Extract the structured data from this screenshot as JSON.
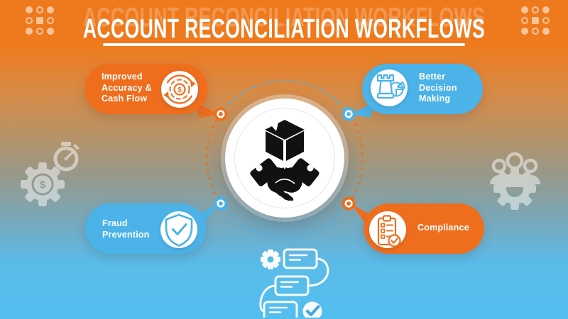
{
  "title": {
    "text": "ACCOUNT RECONCILIATION WORKFLOWS"
  },
  "bubbles": {
    "accuracy": {
      "label": "Improved Accuracy & Cash Flow",
      "color": "#EF6E1E",
      "icon": "dollar-cycle-icon"
    },
    "decision": {
      "label": "Better Decision Making",
      "color": "#4BB3E8",
      "icon": "chess-rook-pie-icon"
    },
    "fraud": {
      "label": "Fraud Prevention",
      "color": "#4BB3E8",
      "icon": "shield-check-icon"
    },
    "compliance": {
      "label": "Compliance",
      "color": "#EF6E1E",
      "icon": "clipboard-check-icon"
    }
  },
  "center": {
    "icon": "handshake-package-icon"
  },
  "decorations": {
    "top_left_corner": "dots-grid",
    "top_right_corner": "dots-grid",
    "left": "gear-dollar-stopwatch-icon",
    "right": "team-gear-icon",
    "bottom": "workflow-gear-checklist-icon"
  },
  "glyphs": {
    "dollar": "$"
  },
  "colors": {
    "orange": "#EF6E1E",
    "blue": "#4BB3E8",
    "bg_top": "#EF7A1E",
    "bg_mid_tan": "#BE9160",
    "bg_mid_gray": "#97998B",
    "bg_mid_steel": "#76A9BE",
    "bg_bottom": "#52BFF0",
    "white": "#FFFFFF",
    "icon_black": "#111111"
  }
}
